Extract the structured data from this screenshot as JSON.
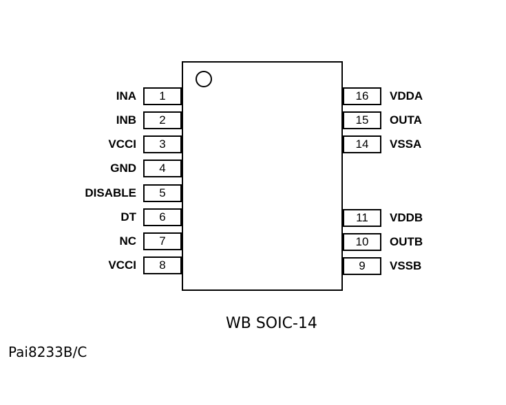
{
  "package_label": "WB SOIC-14",
  "part_number": "Pai8233B/C",
  "pins_left": [
    {
      "num": "1",
      "label": "INA"
    },
    {
      "num": "2",
      "label": "INB"
    },
    {
      "num": "3",
      "label": "VCCI"
    },
    {
      "num": "4",
      "label": "GND"
    },
    {
      "num": "5",
      "label": "DISABLE"
    },
    {
      "num": "6",
      "label": "DT"
    },
    {
      "num": "7",
      "label": "NC"
    },
    {
      "num": "8",
      "label": "VCCI"
    }
  ],
  "pins_right": [
    {
      "num": "16",
      "label": "VDDA"
    },
    {
      "num": "15",
      "label": "OUTA"
    },
    {
      "num": "14",
      "label": "VSSA"
    },
    {
      "num": "11",
      "label": "VDDB"
    },
    {
      "num": "10",
      "label": "OUTB"
    },
    {
      "num": "9",
      "label": "VSSB"
    }
  ]
}
